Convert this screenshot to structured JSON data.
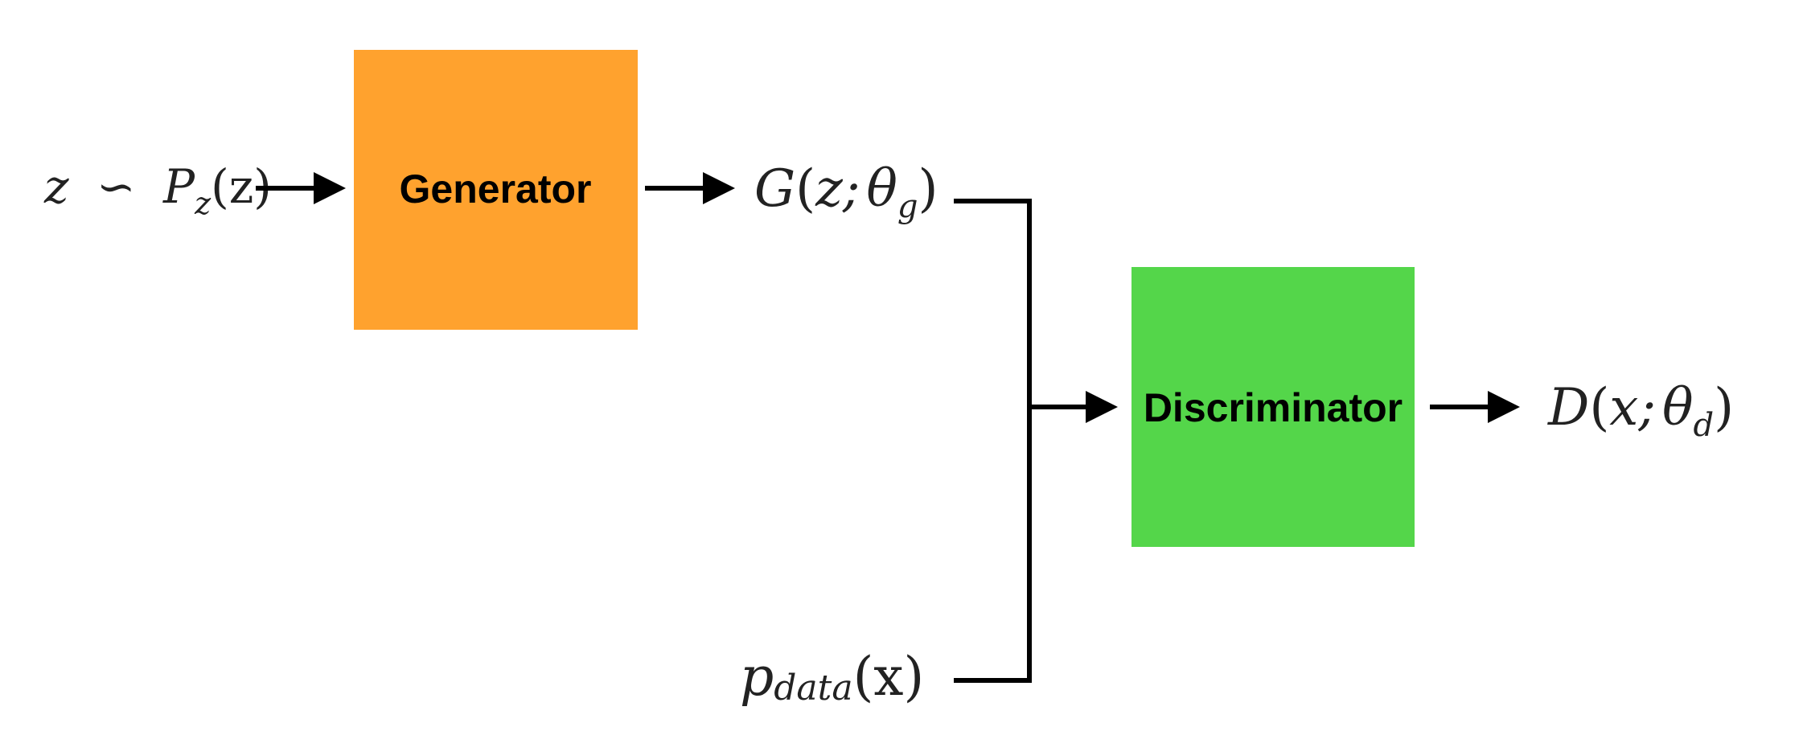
{
  "generator": {
    "label": "Generator",
    "color": "#ffa22e"
  },
  "discriminator": {
    "label": "Discriminator",
    "color": "#54d64a"
  },
  "noise_input": {
    "var": "z",
    "dist_symbol": "∽",
    "P": "P",
    "P_sub": "z",
    "arg": "(z)"
  },
  "generator_output": {
    "func": "G",
    "open": "(",
    "args": "z;",
    "theta": "θ",
    "theta_sub": "g",
    "close": ")"
  },
  "data_input": {
    "p": "p",
    "p_sub": "data",
    "arg": "(x)"
  },
  "discriminator_output": {
    "func": "D",
    "open": "(",
    "args": "x;",
    "theta": "θ",
    "theta_sub": "d",
    "close": ")"
  }
}
